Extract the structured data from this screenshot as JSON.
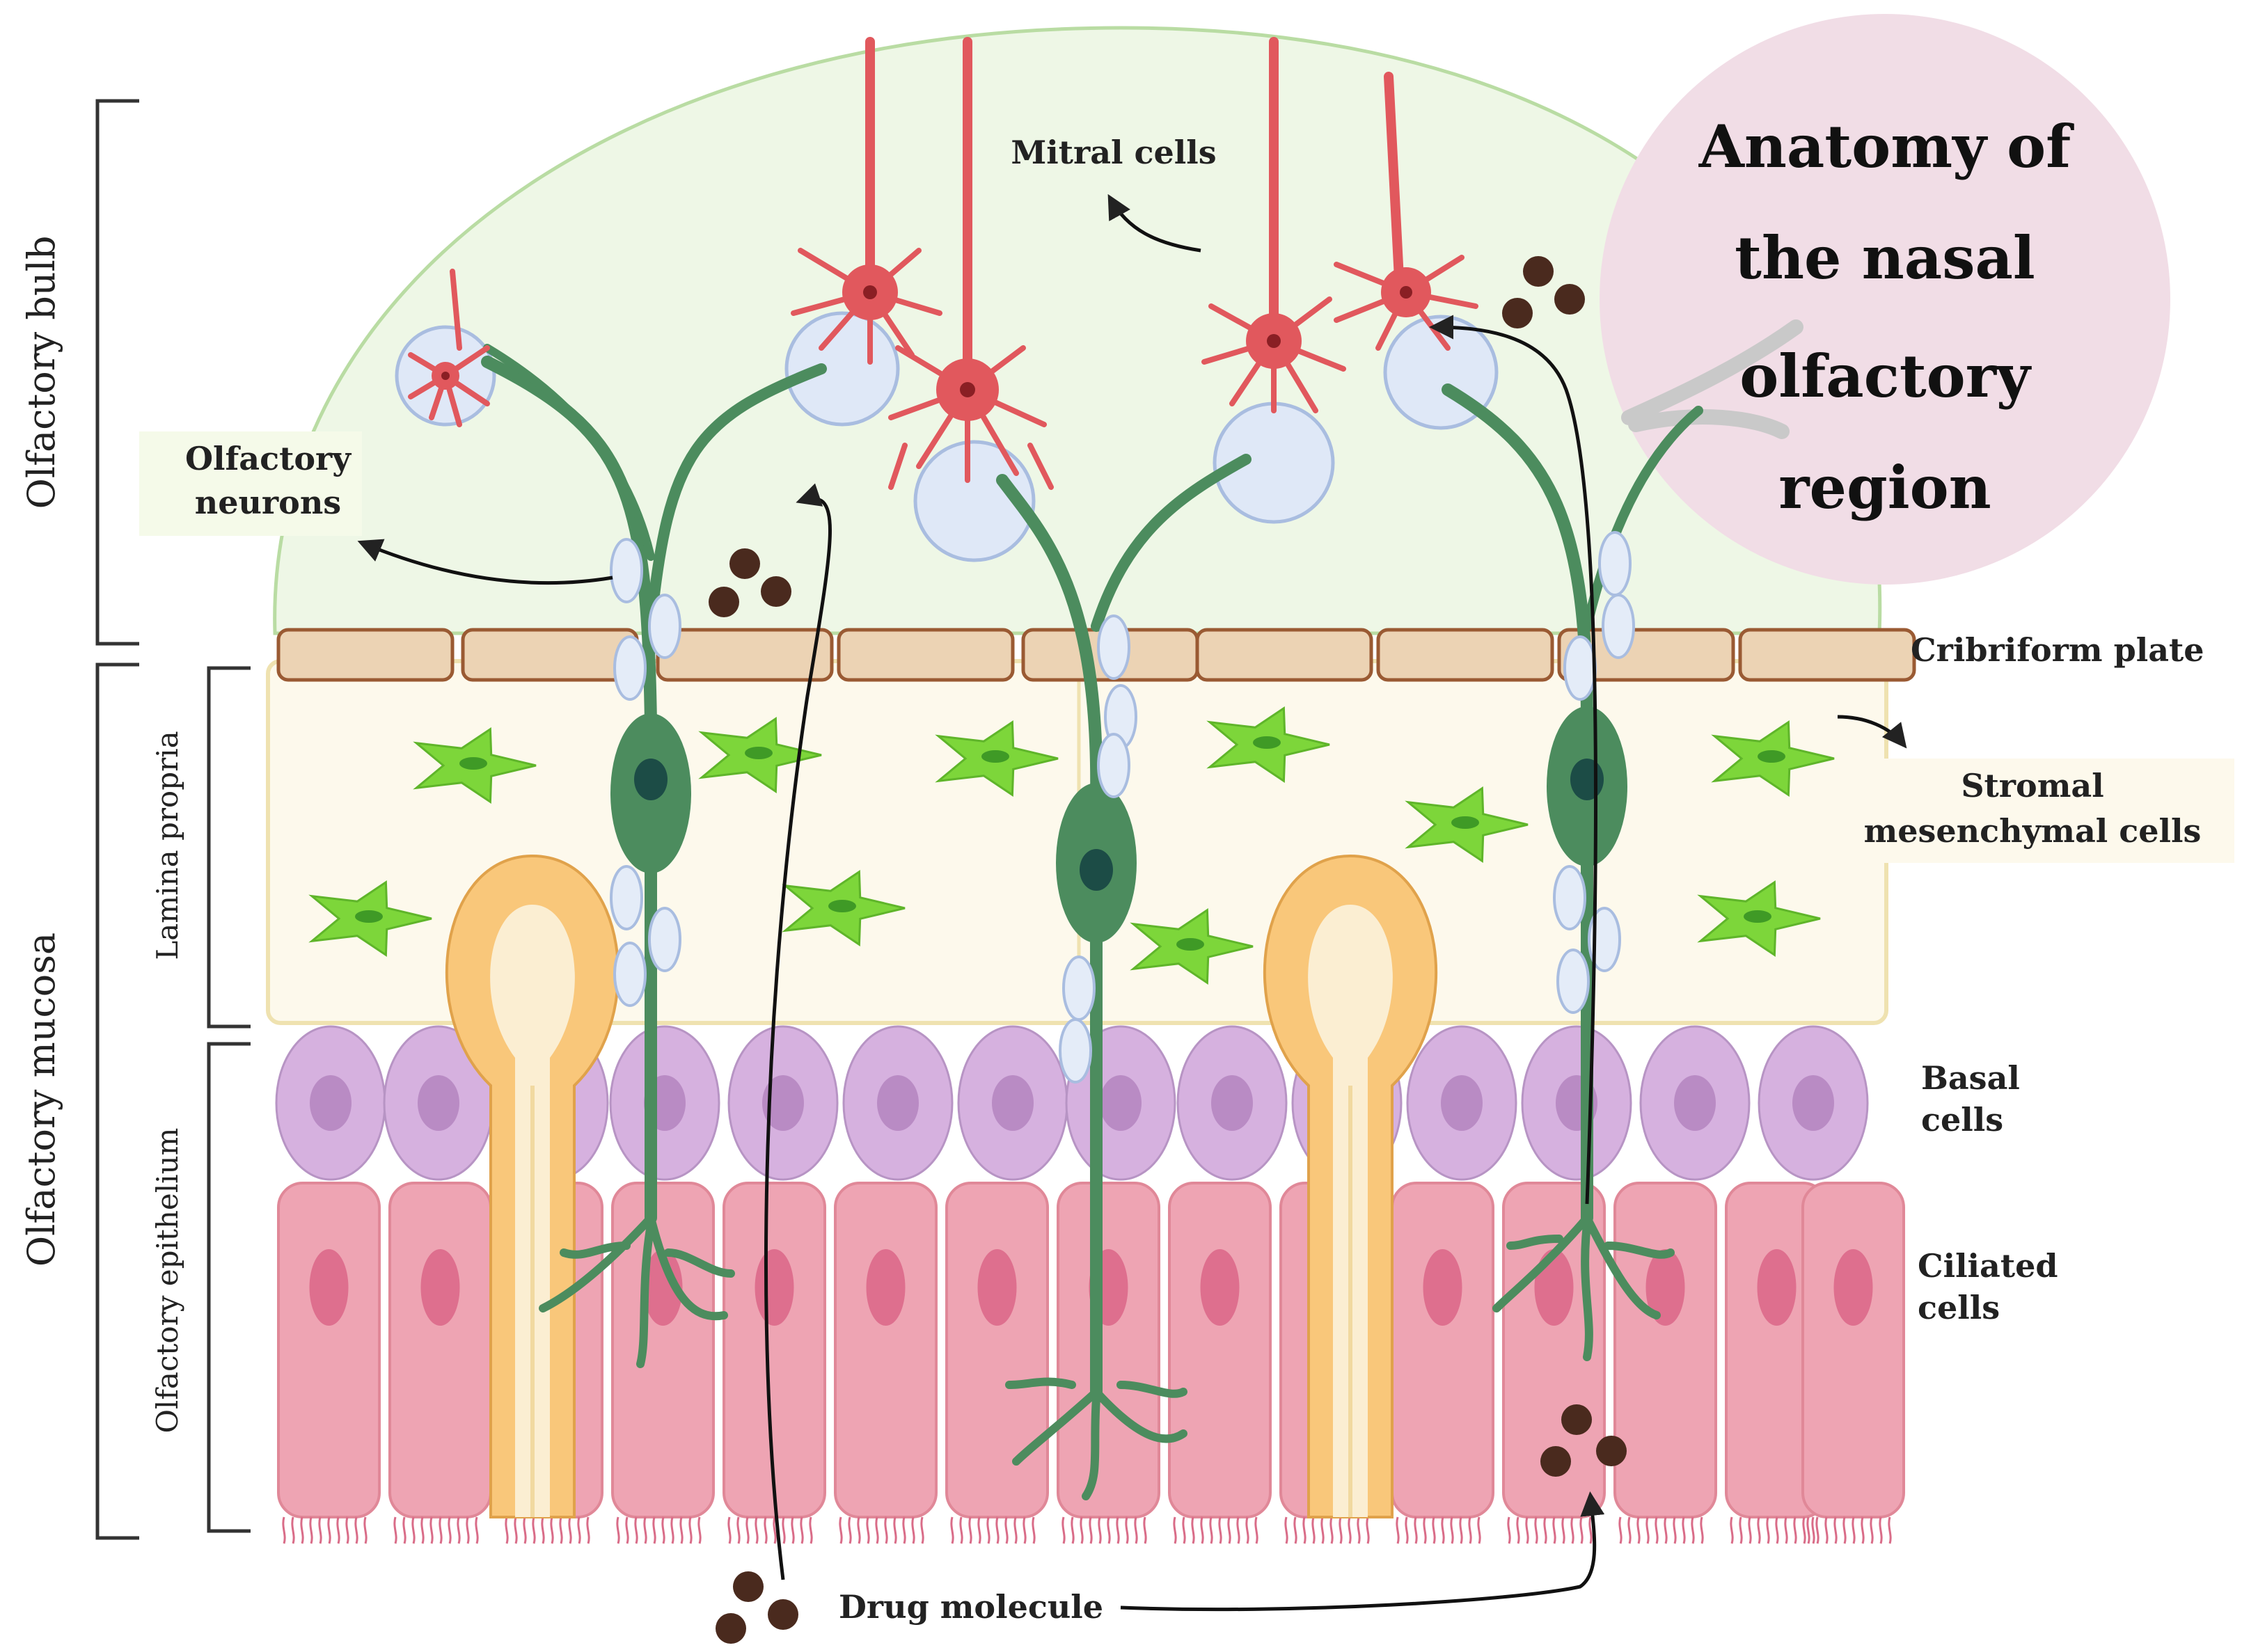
{
  "title": {
    "lines": [
      "Anatomy of",
      "the nasal",
      "olfactory",
      "region"
    ]
  },
  "labels": {
    "mitral_cells": "Mitral cells",
    "olfactory_neurons": [
      "Olfactory",
      "neurons"
    ],
    "cribriform_plate": "Cribriform plate",
    "stromal_mesenchymal_cells": [
      "Stromal",
      "mesenchymal cells"
    ],
    "basal_cells": [
      "Basal",
      "cells"
    ],
    "ciliated_cells": [
      "Ciliated",
      "cells"
    ],
    "drug_molecule": "Drug molecule"
  },
  "brackets": {
    "olfactory_bulb": "Olfactory bulb",
    "olfactory_mucosa": "Olfactory mucosa",
    "lamina_propria": "Lamina propria",
    "olfactory_epithelium": "Olfactory epithelium"
  },
  "colors": {
    "bulb_fill": "#eef7e6",
    "bulb_outline": "#b9dca3",
    "plate_fill": "#ecd3b4",
    "plate_stroke": "#9a5a33",
    "lamina_fill": "#fdf9ec",
    "lamina_stroke": "#efe2b0",
    "stromal_cell": "#7dd63a",
    "basal_cell": "#d6b1df",
    "basal_nucleus": "#b98bc4",
    "ciliated_cell": "#eea4b3",
    "ciliated_nucleus": "#de6f8e",
    "gland_cell": "#f9c77a",
    "gland_lumen": "#fbeed2",
    "neuron_green": "#4c8c5e",
    "neuron_nucleus": "#1c4c46",
    "mitral_red": "#e1585d",
    "glomerulus": "#dfe8f7",
    "drug": "#4a2a1e",
    "title_circle": "#f1dde6",
    "label_box": "#f5fae9"
  },
  "icons": [
    "drug-molecule-icon",
    "arrow-icon"
  ]
}
